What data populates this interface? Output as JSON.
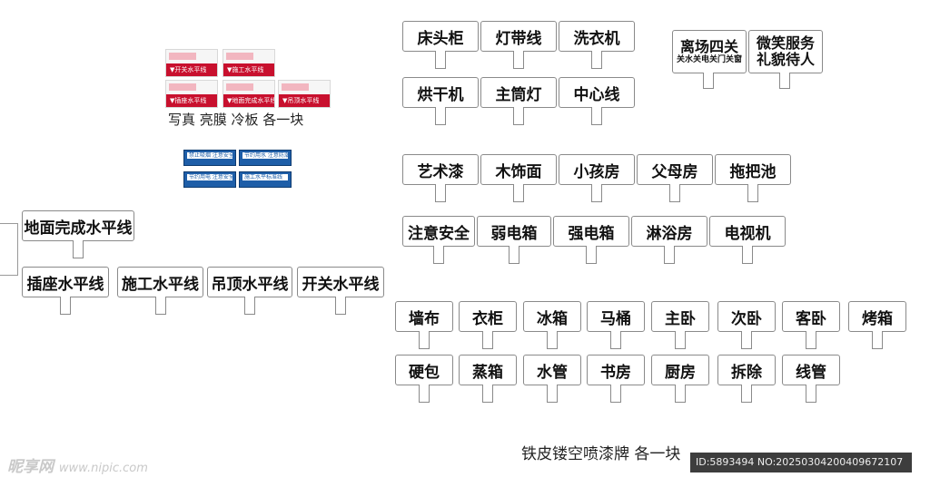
{
  "signs_top_left": [
    "床头柜",
    "灯带线",
    "洗衣机",
    "烘干机",
    "主筒灯",
    "中心线"
  ],
  "sign_pair_top_right": {
    "left_main": "离场四关",
    "left_sub": "关水关电关门关窗",
    "right_line1": "微笑服务",
    "right_line2": "礼貌待人"
  },
  "signs_row3": [
    "艺术漆",
    "木饰面",
    "小孩房",
    "父母房",
    "拖把池"
  ],
  "signs_row4": [
    "注意安全",
    "弱电箱",
    "强电箱",
    "淋浴房",
    "电视机"
  ],
  "signs_left_top": "地面完成水平线",
  "signs_left_row": [
    "插座水平线",
    "施工水平线",
    "吊顶水平线",
    "开关水平线"
  ],
  "signs_row5": [
    "墙布",
    "衣柜",
    "冰箱",
    "马桶",
    "主卧",
    "次卧",
    "客卧",
    "烤箱"
  ],
  "signs_row6": [
    "硬包",
    "蒸箱",
    "水管",
    "书房",
    "厨房",
    "拆除",
    "线管"
  ],
  "red_cards": [
    "▼开关水平线",
    "▼施工水平线",
    "▼插座水平线",
    "▼地面完成水平线",
    "▼吊顶水平线"
  ],
  "red_caption": "写真 亮膜 冷板 各一块",
  "blue_cards": [
    "禁止吸烟 注意安全",
    "节约用水 注意防潮",
    "节约用电 注意安全",
    "施工水平标准线"
  ],
  "bottom_caption": "铁皮镂空喷漆牌 各一块",
  "watermark_left": "昵享网",
  "watermark_url": "www.nipic.com",
  "id_bar": "ID:5893494 NO:20250304200409672107"
}
